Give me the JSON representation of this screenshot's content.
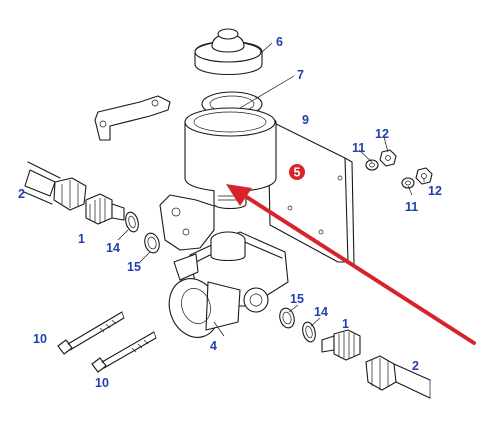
{
  "diagram": {
    "callouts": [
      {
        "id": "c6",
        "text": "6"
      },
      {
        "id": "c7",
        "text": "7"
      },
      {
        "id": "c9",
        "text": "9"
      },
      {
        "id": "c12a",
        "text": "12"
      },
      {
        "id": "c11a",
        "text": "11"
      },
      {
        "id": "c5",
        "text": "5"
      },
      {
        "id": "c12b",
        "text": "12"
      },
      {
        "id": "c11b",
        "text": "11"
      },
      {
        "id": "c2a",
        "text": "2"
      },
      {
        "id": "c1a",
        "text": "1"
      },
      {
        "id": "c14a",
        "text": "14"
      },
      {
        "id": "c15a",
        "text": "15"
      },
      {
        "id": "c10a",
        "text": "10"
      },
      {
        "id": "c4",
        "text": "4"
      },
      {
        "id": "c15b",
        "text": "15"
      },
      {
        "id": "c14b",
        "text": "14"
      },
      {
        "id": "c1b",
        "text": "1"
      },
      {
        "id": "c10b",
        "text": "10"
      },
      {
        "id": "c2b",
        "text": "2"
      }
    ],
    "colors": {
      "callout_text": "#1f3fb0",
      "highlight_badge": "#d8232a",
      "arrow": "#d8232a",
      "line": "#1a1a1a"
    },
    "highlighted_part": "5"
  }
}
